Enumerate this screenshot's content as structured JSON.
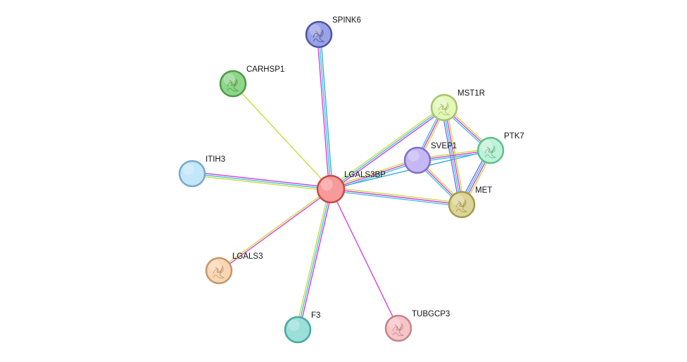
{
  "nodes": [
    {
      "id": "LGALS3BP",
      "label": "LGALS3BP",
      "fill": "#f79a9a",
      "stroke": "#c84a4a",
      "icon": "none"
    },
    {
      "id": "SPINK6",
      "label": "SPINK6",
      "fill": "#9aa3e3",
      "stroke": "#4a55a8",
      "icon": "protein-structure-icon"
    },
    {
      "id": "CARHSP1",
      "label": "CARHSP1",
      "fill": "#8ed68a",
      "stroke": "#4e9a48",
      "icon": "protein-structure-icon"
    },
    {
      "id": "MST1R",
      "label": "MST1R",
      "fill": "#e3f7b8",
      "stroke": "#a4c46c",
      "icon": "protein-structure-icon"
    },
    {
      "id": "PTK7",
      "label": "PTK7",
      "fill": "#bff2d8",
      "stroke": "#5cc08c",
      "icon": "protein-structure-icon"
    },
    {
      "id": "SVEP1",
      "label": "SVEP1",
      "fill": "#c5b8f5",
      "stroke": "#8070c4",
      "icon": "none"
    },
    {
      "id": "MET",
      "label": "MET",
      "fill": "#dcd59a",
      "stroke": "#a49a48",
      "icon": "protein-structure-icon"
    },
    {
      "id": "ITIH3",
      "label": "ITIH3",
      "fill": "#c2e6fa",
      "stroke": "#78a8c8",
      "icon": "none"
    },
    {
      "id": "LGALS3",
      "label": "LGALS3",
      "fill": "#f9d6b4",
      "stroke": "#c4966c",
      "icon": "protein-structure-icon"
    },
    {
      "id": "F3",
      "label": "F3",
      "fill": "#9adfd8",
      "stroke": "#48a89e",
      "icon": "none"
    },
    {
      "id": "TUBGCP3",
      "label": "TUBGCP3",
      "fill": "#f5c5c8",
      "stroke": "#c48488",
      "icon": "protein-structure-icon"
    }
  ],
  "edges": [
    {
      "source": "LGALS3BP",
      "target": "SPINK6",
      "colors": [
        "#d73edc",
        "#3ec6dc",
        "#3eaadc"
      ]
    },
    {
      "source": "LGALS3BP",
      "target": "CARHSP1",
      "colors": [
        "#c8dc3e"
      ]
    },
    {
      "source": "LGALS3BP",
      "target": "ITIH3",
      "colors": [
        "#c8dc3e",
        "#3ec6dc",
        "#d73edc"
      ]
    },
    {
      "source": "LGALS3BP",
      "target": "LGALS3",
      "colors": [
        "#d73edc",
        "#c8dc3e"
      ]
    },
    {
      "source": "LGALS3BP",
      "target": "F3",
      "colors": [
        "#d73edc",
        "#3ec6dc",
        "#c8dc3e"
      ]
    },
    {
      "source": "LGALS3BP",
      "target": "TUBGCP3",
      "colors": [
        "#d73edc"
      ]
    },
    {
      "source": "LGALS3BP",
      "target": "MST1R",
      "colors": [
        "#c8dc3e",
        "#3ec6dc",
        "#d73edc"
      ]
    },
    {
      "source": "LGALS3BP",
      "target": "SVEP1",
      "colors": [
        "#c8dc3e",
        "#d73edc",
        "#3ec6dc"
      ]
    },
    {
      "source": "LGALS3BP",
      "target": "PTK7",
      "colors": [
        "#3eaadc"
      ]
    },
    {
      "source": "LGALS3BP",
      "target": "MET",
      "colors": [
        "#c8dc3e",
        "#d73edc",
        "#3ec6dc"
      ]
    },
    {
      "source": "MST1R",
      "target": "SVEP1",
      "colors": [
        "#c8dc3e",
        "#d73edc",
        "#3ec6dc"
      ]
    },
    {
      "source": "MST1R",
      "target": "PTK7",
      "colors": [
        "#c8dc3e",
        "#d73edc",
        "#3ec6dc"
      ]
    },
    {
      "source": "MST1R",
      "target": "MET",
      "colors": [
        "#c8dc3e",
        "#d73edc",
        "#3ec6dc",
        "#7a6ee0"
      ]
    },
    {
      "source": "SVEP1",
      "target": "PTK7",
      "colors": [
        "#c8dc3e",
        "#d73edc",
        "#3ec6dc"
      ]
    },
    {
      "source": "SVEP1",
      "target": "MET",
      "colors": [
        "#c8dc3e",
        "#d73edc",
        "#3ec6dc"
      ]
    },
    {
      "source": "PTK7",
      "target": "MET",
      "colors": [
        "#c8dc3e",
        "#d73edc",
        "#3ec6dc",
        "#7a6ee0"
      ]
    }
  ]
}
